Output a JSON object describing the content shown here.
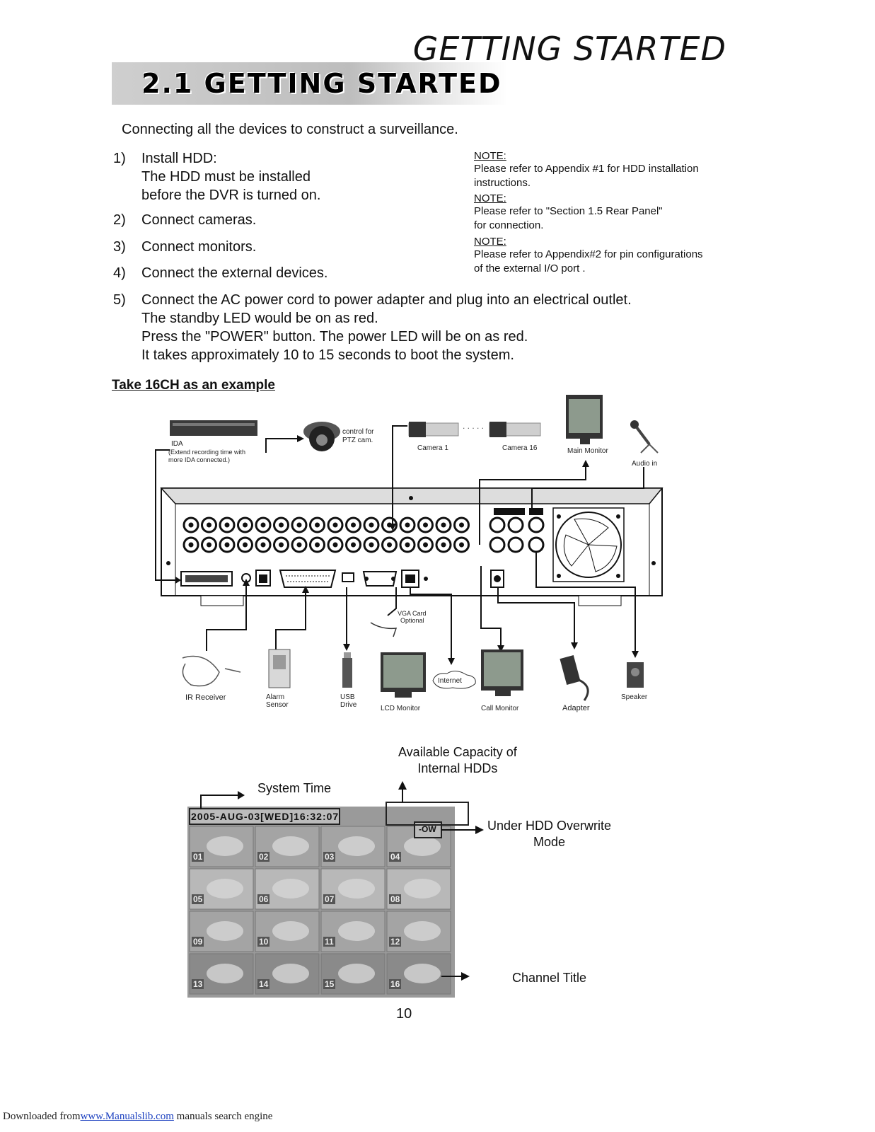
{
  "header": {
    "running_title": "GETTING STARTED",
    "section_title": "2.1 GETTING STARTED"
  },
  "intro": "Connecting all the devices to construct a surveillance.",
  "steps": [
    {
      "num": "1)",
      "lines": [
        "Install HDD:",
        "The HDD must be installed",
        "before the DVR is turned on."
      ]
    },
    {
      "num": "2)",
      "lines": [
        "Connect cameras."
      ]
    },
    {
      "num": "3)",
      "lines": [
        "Connect monitors."
      ]
    },
    {
      "num": "4)",
      "lines": [
        "Connect the external devices."
      ]
    },
    {
      "num": "5)",
      "lines": [
        "Connect the AC power cord to power adapter and plug into an electrical outlet.",
        "The standby LED would be on as red.",
        "Press the \"POWER\" button. The power LED will be on as red.",
        "It takes approximately 10 to 15 seconds to boot the system."
      ]
    }
  ],
  "notes": [
    {
      "heading": "NOTE:",
      "lines": [
        "Please refer to Appendix #1 for HDD installation",
        "instructions."
      ]
    },
    {
      "heading": "NOTE:",
      "lines": [
        "Please refer to \"Section 1.5 Rear Panel\"",
        "for connection."
      ]
    },
    {
      "heading": "NOTE:",
      "lines": [
        "Please refer to Appendix#2 for pin configurations",
        "of the external I/O port ."
      ]
    }
  ],
  "example_heading": "Take 16CH as an example",
  "diagram": {
    "ida_title": "IDA",
    "ida_note_1": "(Extend recording time with",
    "ida_note_2": "more IDA connected.)",
    "ptz_1": "control for",
    "ptz_2": "PTZ cam.",
    "camera_1": "Camera 1",
    "camera_16": "Camera 16",
    "main_monitor": "Main Monitor",
    "audio_in": "Audio in",
    "vga_1": "VGA Card",
    "vga_2": "Optional",
    "ir_receiver": "IR Receiver",
    "alarm_1": "Alarm",
    "alarm_2": "Sensor",
    "usb_1": "USB",
    "usb_2": "Drive",
    "lcd_monitor": "LCD Monitor",
    "internet": "Internet",
    "call_monitor": "Call Monitor",
    "adapter": "Adapter",
    "speaker": "Speaker"
  },
  "osd": {
    "capacity_1": "Available Capacity of",
    "capacity_2": "Internal HDDs",
    "system_time": "System Time",
    "overwrite_1": "Under HDD Overwrite",
    "overwrite_2": "Mode",
    "channel_title": "Channel Title",
    "timestamp": "2005-AUG-03[WED]16:32:07",
    "overwrite_badge": "-OW",
    "channels": [
      "01",
      "02",
      "03",
      "04",
      "05",
      "06",
      "07",
      "08",
      "09",
      "10",
      "11",
      "12",
      "13",
      "14",
      "15",
      "16"
    ]
  },
  "page_number": "10",
  "footer": {
    "prefix": "Downloaded from",
    "link": "www.Manualslib.com",
    "suffix": " manuals search engine"
  }
}
